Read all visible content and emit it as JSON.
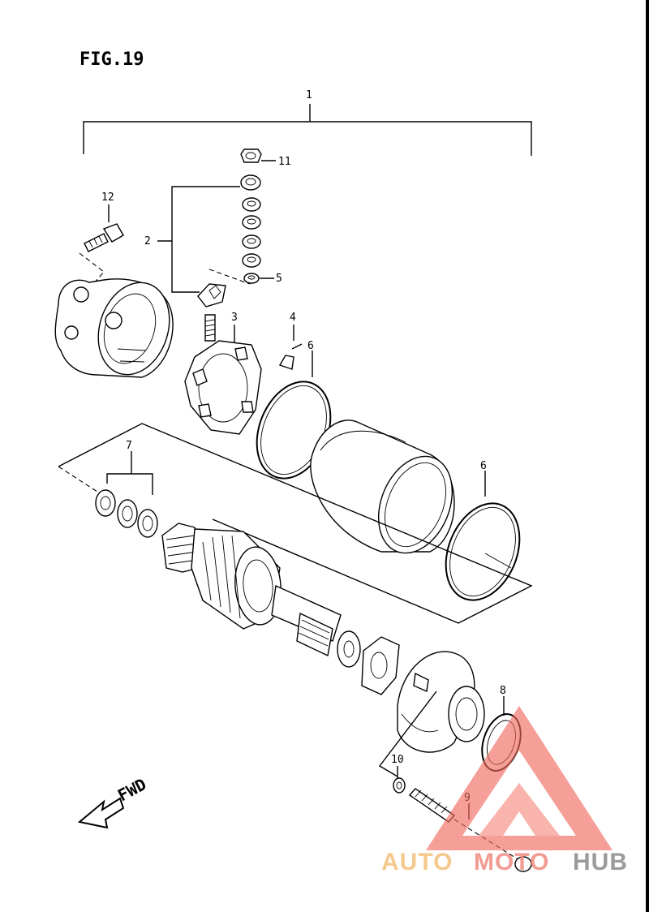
{
  "figure": {
    "title": "FIG.19"
  },
  "callouts": {
    "c1": "1",
    "c2": "2",
    "c3": "3",
    "c4": "4",
    "c5": "5",
    "c6a": "6",
    "c6b": "6",
    "c7": "7",
    "c8": "8",
    "c9": "9",
    "c10": "10",
    "c11": "11",
    "c12": "12"
  },
  "direction": {
    "label": "FWD"
  },
  "watermark": {
    "part1": "AUTO",
    "part2": "MOTO",
    "part3": "HUB",
    "color1": "#f3c07a",
    "color2": "#f08a80",
    "color3": "#8a8a8a",
    "triangle_color": "#f26a5e"
  },
  "icons": {
    "direction": "arrow-left-icon",
    "logo": "warning-triangle-icon"
  }
}
